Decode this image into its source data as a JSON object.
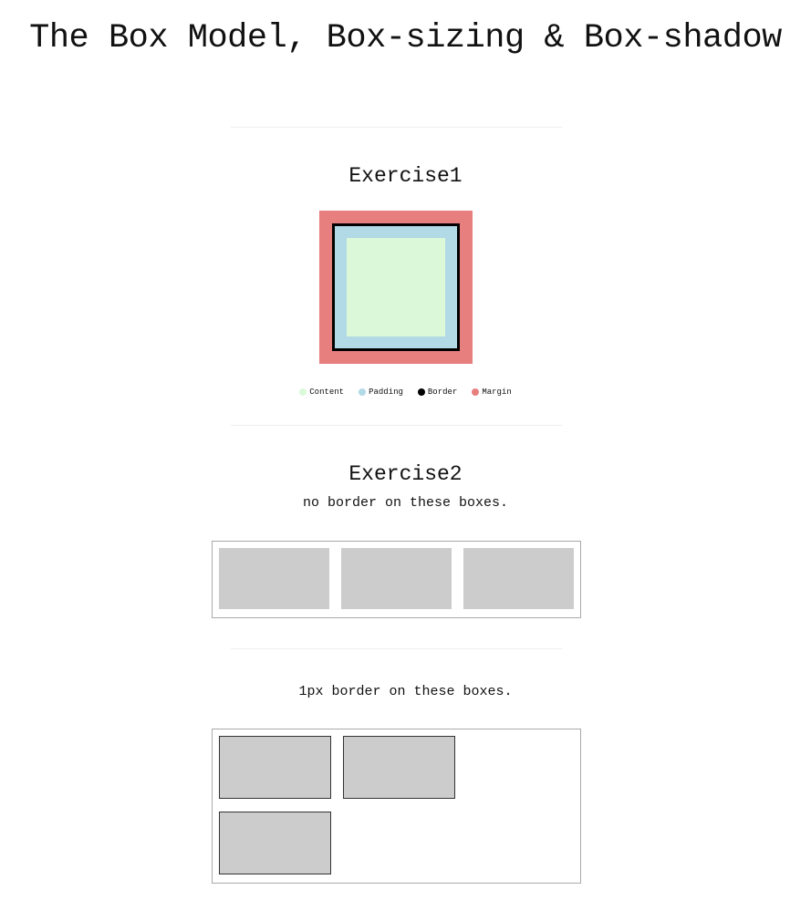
{
  "page": {
    "title": "The Box Model, Box-sizing & Box-shadow"
  },
  "exercise1": {
    "heading": "Exercise1",
    "legend": [
      {
        "label": "Content",
        "color": "#dbf9d8"
      },
      {
        "label": "Padding",
        "color": "#b2d9e6"
      },
      {
        "label": "Border",
        "color": "#000000"
      },
      {
        "label": "Margin",
        "color": "#e77f7f"
      }
    ],
    "colors": {
      "margin": "#e77f7f",
      "border": "#000000",
      "padding": "#b2d9e6",
      "content": "#dbf9d8"
    }
  },
  "exercise2": {
    "heading": "Exercise2",
    "no_border_caption": "no border on these boxes.",
    "border_caption": "1px border on these boxes.",
    "box_color": "#cccccc"
  }
}
